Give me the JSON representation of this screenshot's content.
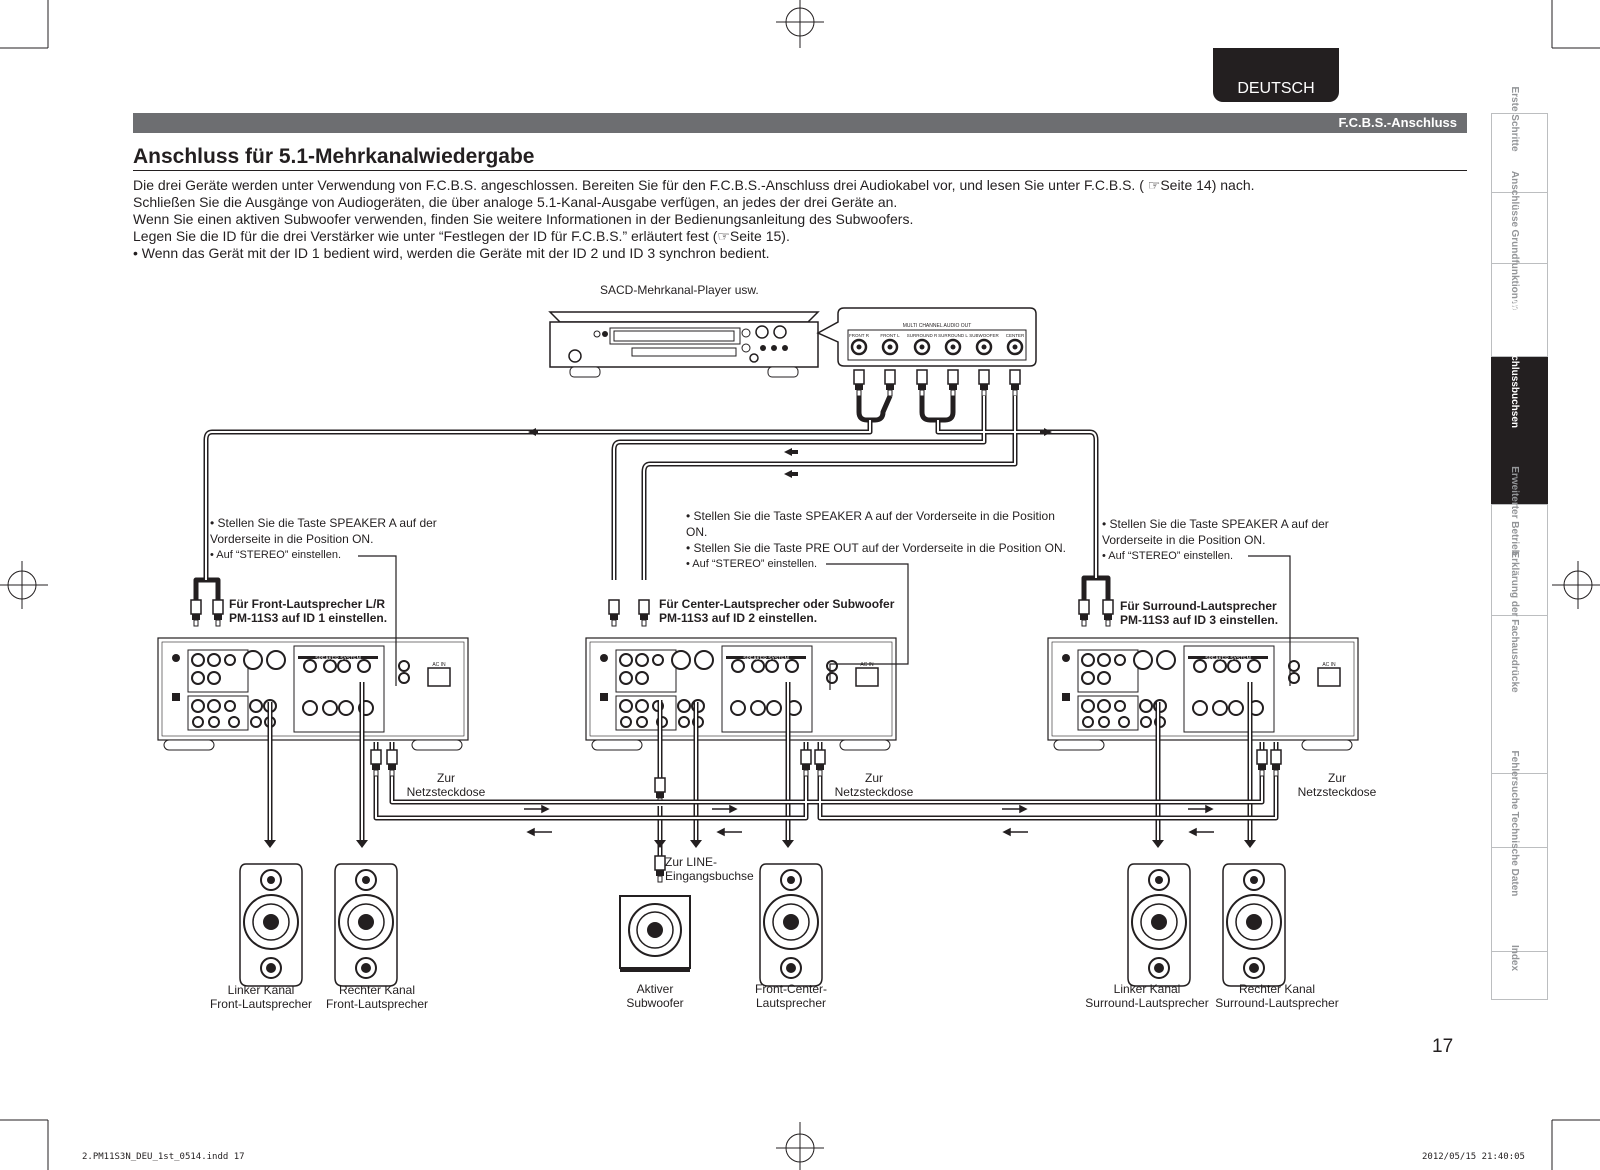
{
  "language_tab": "DEUTSCH",
  "section_header": "F.C.B.S.-Anschluss",
  "title": "Anschluss für 5.1-Mehrkanalwiedergabe",
  "intro": [
    "Die drei Geräte werden unter Verwendung von F.C.B.S. angeschlossen. Bereiten Sie für den F.C.B.S.-Anschluss drei Audiokabel vor, und lesen Sie unter F.C.B.S. ( ☞Seite 14) nach.",
    "Schließen Sie die Ausgänge von Audiogeräten, die über analoge 5.1-Kanal-Ausgabe verfügen, an jedes der drei Geräte an.",
    "Wenn Sie einen aktiven Subwoofer verwenden, finden Sie weitere Informationen in der Bedienungsanleitung des Subwoofers.",
    "Legen Sie die ID für die drei Verstärker wie unter “Festlegen der ID für F.C.B.S.” erläutert fest (☞Seite 15).",
    "• Wenn das Gerät mit der ID 1 bedient wird, werden die Geräte mit der ID 2 und ID 3 synchron bedient."
  ],
  "side_tabs": [
    {
      "label": "Erste Schritte",
      "active": false
    },
    {
      "label": "Anschlüsse",
      "active": false
    },
    {
      "label": "Grundfunktionen",
      "active": false
    },
    {
      "label": "Weitere Anschlussbuchsen",
      "active": true
    },
    {
      "label": "Erweiterter Betrieb",
      "active": false
    },
    {
      "label": "Erklärung der Fachausdrücke",
      "active": false
    },
    {
      "label": "Fehlersuche",
      "active": false
    },
    {
      "label": "Technische Daten",
      "active": false
    },
    {
      "label": "Index",
      "active": false
    }
  ],
  "diagram": {
    "player_label": "SACD-Mehrkanal-Player usw.",
    "player_panel_title": "MULTI CHANNEL AUDIO OUT",
    "player_jacks": [
      "FRONT R",
      "FRONT L",
      "SURROUND R",
      "SURROUND L",
      "SUBWOOFER",
      "CENTER"
    ],
    "amp1": {
      "notes": [
        "• Stellen Sie die Taste SPEAKER A auf der",
        "  Vorderseite in die Position ON.",
        "• Auf “STEREO” einstellen."
      ],
      "label": [
        "Für Front-Lautsprecher L/R",
        "PM-11S3 auf ID 1 einstellen."
      ]
    },
    "amp2": {
      "notes": [
        "• Stellen Sie die Taste SPEAKER A auf der Vorderseite in die Position",
        "  ON.",
        "• Stellen Sie die Taste PRE OUT auf der Vorderseite in die Position ON.",
        "• Auf “STEREO” einstellen."
      ],
      "label": [
        "Für Center-Lautsprecher oder Subwoofer",
        "PM-11S3 auf ID 2 einstellen."
      ]
    },
    "amp3": {
      "notes": [
        "• Stellen Sie die Taste SPEAKER A auf der",
        "  Vorderseite in die Position ON.",
        "• Auf “STEREO” einstellen."
      ],
      "label": [
        "Für Surround-Lautsprecher",
        "PM-11S3 auf ID 3 einstellen."
      ]
    },
    "amp_panel_text": {
      "speaker_system": "SPEAKER SYSTEM",
      "ac_in": "AC IN"
    },
    "power_label": [
      "Zur",
      "Netzsteckdose"
    ],
    "line_in_label": [
      "Zur LINE-",
      "Eingangsbuchse"
    ],
    "speakers": [
      {
        "line1": "Linker Kanal",
        "line2": "Front-Lautsprecher"
      },
      {
        "line1": "Rechter Kanal",
        "line2": "Front-Lautsprecher"
      },
      {
        "line1": "Aktiver",
        "line2": "Subwoofer"
      },
      {
        "line1": "Front-Center-",
        "line2": "Lautsprecher"
      },
      {
        "line1": "Linker Kanal",
        "line2": "Surround-Lautsprecher"
      },
      {
        "line1": "Rechter Kanal",
        "line2": "Surround-Lautsprecher"
      }
    ]
  },
  "page_number": "17",
  "slug_left": "2.PM11S3N_DEU_1st_0514.indd   17",
  "slug_right": "2012/05/15   21:40:05"
}
